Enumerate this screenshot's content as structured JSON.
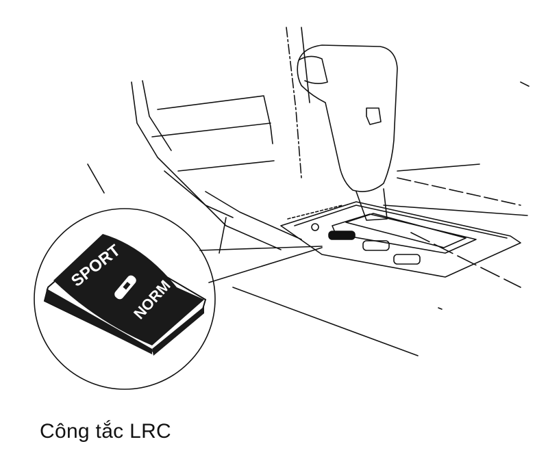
{
  "figure": {
    "caption": "Công tắc LRC",
    "switch_labels": {
      "top": "SPORT",
      "bottom": "NORM"
    },
    "line_color": "#111111",
    "switch_color": "#1a1a1a"
  }
}
